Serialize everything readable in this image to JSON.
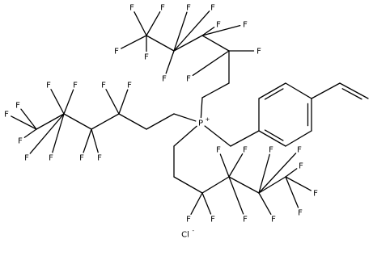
{
  "molecule": {
    "atoms": [
      {
        "id": "P",
        "sym": "P",
        "charge": "+"
      },
      {
        "id": "Cl",
        "sym": "Cl",
        "charge": "-"
      },
      {
        "id": "F1",
        "sym": "F"
      },
      {
        "id": "F2",
        "sym": "F"
      },
      {
        "id": "F3",
        "sym": "F"
      },
      {
        "id": "F4",
        "sym": "F"
      },
      {
        "id": "F5",
        "sym": "F"
      },
      {
        "id": "F6",
        "sym": "F"
      },
      {
        "id": "F7",
        "sym": "F"
      },
      {
        "id": "F8",
        "sym": "F"
      },
      {
        "id": "F9",
        "sym": "F"
      },
      {
        "id": "F10",
        "sym": "F"
      },
      {
        "id": "F11",
        "sym": "F"
      },
      {
        "id": "F12",
        "sym": "F"
      },
      {
        "id": "F13",
        "sym": "F"
      },
      {
        "id": "F14",
        "sym": "F"
      },
      {
        "id": "F15",
        "sym": "F"
      },
      {
        "id": "F16",
        "sym": "F"
      },
      {
        "id": "F17",
        "sym": "F"
      },
      {
        "id": "F18",
        "sym": "F"
      },
      {
        "id": "F19",
        "sym": "F"
      },
      {
        "id": "F20",
        "sym": "F"
      },
      {
        "id": "F21",
        "sym": "F"
      },
      {
        "id": "F22",
        "sym": "F"
      },
      {
        "id": "F23",
        "sym": "F"
      },
      {
        "id": "F24",
        "sym": "F"
      },
      {
        "id": "F25",
        "sym": "F"
      },
      {
        "id": "F26",
        "sym": "F"
      },
      {
        "id": "F27",
        "sym": "F"
      },
      {
        "id": "F28",
        "sym": "F"
      },
      {
        "id": "F29",
        "sym": "F"
      },
      {
        "id": "F30",
        "sym": "F"
      },
      {
        "id": "F31",
        "sym": "F"
      },
      {
        "id": "F32",
        "sym": "F"
      },
      {
        "id": "F33",
        "sym": "F"
      }
    ]
  }
}
